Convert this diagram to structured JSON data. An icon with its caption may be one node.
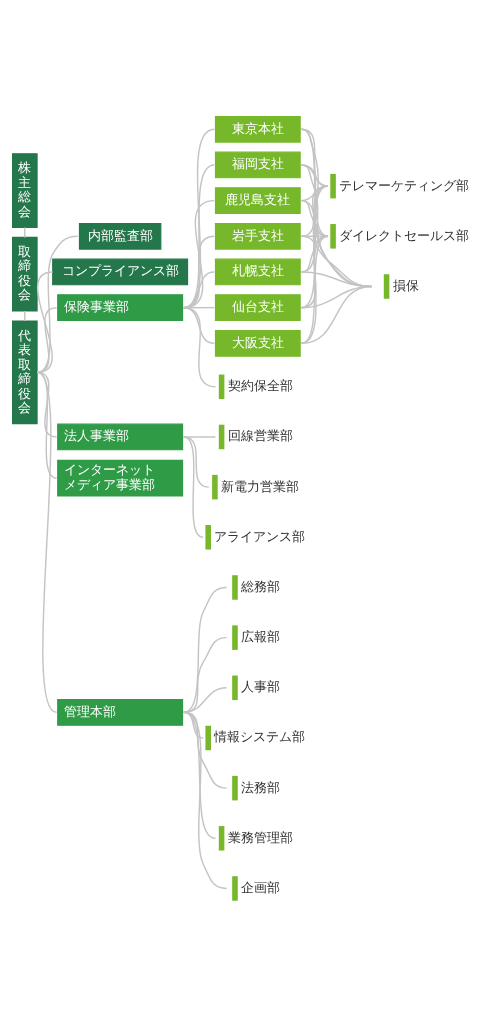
{
  "diagram": {
    "nodes": [
      {
        "text": [
          "株主総会"
        ]
      },
      {
        "text": [
          "取締役会"
        ]
      },
      {
        "text": [
          "代表取締役会"
        ]
      },
      {
        "text": [
          "内部監査部"
        ]
      },
      {
        "text": [
          "コンプライアンス部"
        ]
      },
      {
        "text": [
          "保険事業部"
        ]
      },
      {
        "text": [
          "東京本社"
        ]
      },
      {
        "text": [
          "福岡支社"
        ]
      },
      {
        "text": [
          "鹿児島支社"
        ]
      },
      {
        "text": [
          "岩手支社"
        ]
      },
      {
        "text": [
          "札幌支社"
        ]
      },
      {
        "text": [
          "仙台支社"
        ]
      },
      {
        "text": [
          "大阪支社"
        ]
      },
      {
        "text": [
          "テレマーケティング部"
        ]
      },
      {
        "text": [
          "ダイレクトセールス部"
        ]
      },
      {
        "text": [
          "損保"
        ]
      },
      {
        "text": [
          "契約保全部"
        ]
      },
      {
        "text": [
          "法人事業部"
        ]
      },
      {
        "text": [
          "回線営業部"
        ]
      },
      {
        "text": [
          "新電力営業部"
        ]
      },
      {
        "text": [
          "アライアンス部"
        ]
      },
      {
        "text": [
          "インターネットメディア事業部"
        ]
      },
      {
        "text": [
          "管理本部"
        ]
      },
      {
        "text": [
          "総務部"
        ]
      },
      {
        "text": [
          "広報部"
        ]
      },
      {
        "text": [
          "人事部"
        ]
      },
      {
        "text": [
          "情報システム部"
        ]
      },
      {
        "text": [
          "法務部"
        ]
      },
      {
        "text": [
          "業務管理部"
        ]
      },
      {
        "text": [
          "企画部"
        ]
      }
    ],
    "edges": [
      {
        "from": 0,
        "to": 1,
        "arrow": "none"
      },
      {
        "from": 1,
        "to": 2,
        "arrow": "none"
      },
      {
        "from": 2,
        "to": 3,
        "arrow": "none"
      },
      {
        "from": 2,
        "to": 4,
        "arrow": "none"
      },
      {
        "from": 2,
        "to": 5,
        "arrow": "none"
      },
      {
        "from": 5,
        "to": 6,
        "arrow": "none"
      },
      {
        "from": 5,
        "to": 7,
        "arrow": "none"
      },
      {
        "from": 5,
        "to": 8,
        "arrow": "none"
      },
      {
        "from": 5,
        "to": 9,
        "arrow": "none"
      },
      {
        "from": 5,
        "to": 10,
        "arrow": "none"
      },
      {
        "from": 5,
        "to": 11,
        "arrow": "none"
      },
      {
        "from": 5,
        "to": 12,
        "arrow": "none"
      },
      {
        "from": 6,
        "to": 13,
        "arrow": "none"
      },
      {
        "from": 6,
        "to": 14,
        "arrow": "none"
      },
      {
        "from": 6,
        "to": 15,
        "arrow": "none"
      },
      {
        "from": 7,
        "to": 13,
        "arrow": "none"
      },
      {
        "from": 7,
        "to": 14,
        "arrow": "none"
      },
      {
        "from": 7,
        "to": 15,
        "arrow": "none"
      },
      {
        "from": 8,
        "to": 13,
        "arrow": "none"
      },
      {
        "from": 8,
        "to": 14,
        "arrow": "none"
      },
      {
        "from": 8,
        "to": 15,
        "arrow": "none"
      },
      {
        "from": 9,
        "to": 13,
        "arrow": "none"
      },
      {
        "from": 9,
        "to": 14,
        "arrow": "none"
      },
      {
        "from": 9,
        "to": 15,
        "arrow": "none"
      },
      {
        "from": 10,
        "to": 13,
        "arrow": "none"
      },
      {
        "from": 10,
        "to": 14,
        "arrow": "none"
      },
      {
        "from": 10,
        "to": 15,
        "arrow": "none"
      },
      {
        "from": 11,
        "to": 13,
        "arrow": "none"
      },
      {
        "from": 11,
        "to": 14,
        "arrow": "none"
      },
      {
        "from": 11,
        "to": 15,
        "arrow": "none"
      },
      {
        "from": 12,
        "to": 13,
        "arrow": "none"
      },
      {
        "from": 12,
        "to": 14,
        "arrow": "none"
      },
      {
        "from": 12,
        "to": 15,
        "arrow": "none"
      },
      {
        "from": 5,
        "to": 16,
        "arrow": "none"
      },
      {
        "from": 2,
        "to": 17,
        "arrow": "none"
      },
      {
        "from": 17,
        "to": 18,
        "arrow": "none"
      },
      {
        "from": 17,
        "to": 19,
        "arrow": "none"
      },
      {
        "from": 17,
        "to": 20,
        "arrow": "none"
      },
      {
        "from": 2,
        "to": 21,
        "arrow": "none"
      },
      {
        "from": 2,
        "to": 22,
        "arrow": "none"
      },
      {
        "from": 22,
        "to": 23,
        "arrow": "none"
      },
      {
        "from": 22,
        "to": 24,
        "arrow": "none"
      },
      {
        "from": 22,
        "to": 25,
        "arrow": "none"
      },
      {
        "from": 22,
        "to": 26,
        "arrow": "none"
      },
      {
        "from": 22,
        "to": 27,
        "arrow": "none"
      },
      {
        "from": 22,
        "to": 28,
        "arrow": "none"
      },
      {
        "from": 22,
        "to": 29,
        "arrow": "none"
      }
    ]
  }
}
